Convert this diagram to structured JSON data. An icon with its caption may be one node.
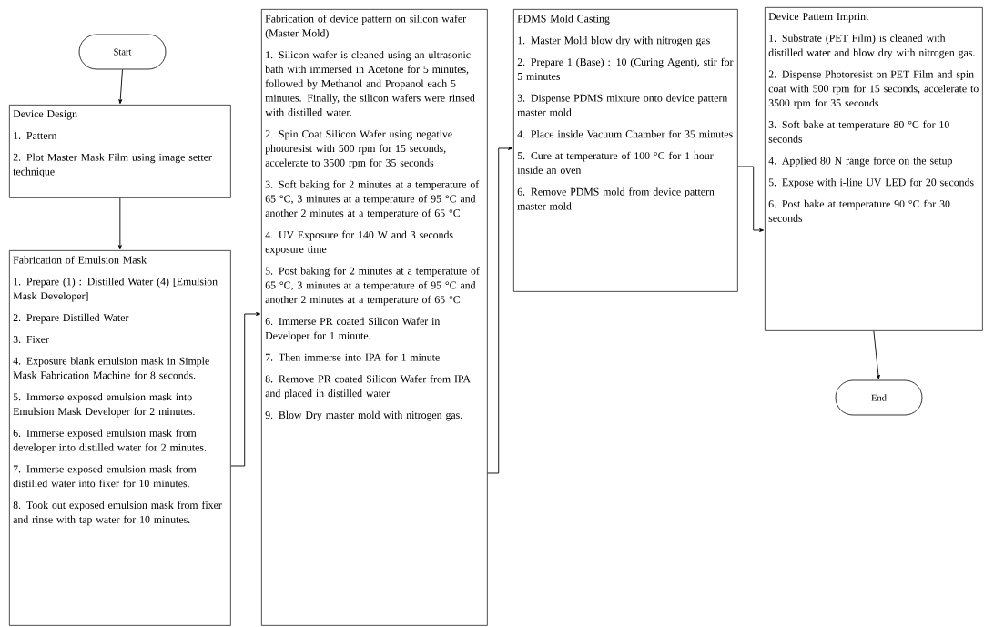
{
  "diagram": {
    "nodes": [
      {
        "text": [
          "Start"
        ]
      },
      {
        "text": [
          "Device Design",
          "1. Pattern",
          "2. Plot Master Mask Film using image setter technique"
        ]
      },
      {
        "text": [
          "Fabrication of Emulsion Mask",
          "1. Prepare (1) : Distilled Water (4) [Emulsion Mask Developer]",
          "2. Prepare Distilled Water",
          "3. Fixer",
          "4. Exposure blank emulsion mask in Simple Mask Fabrication Machine for 8 seconds.",
          "5. Immerse exposed emulsion mask into Emulsion Mask Developer for 2 minutes.",
          "6. Immerse exposed emulsion mask from developer into distilled water for 2 minutes.",
          "7. Immerse exposed emulsion mask from distilled water into fixer for 10 minutes.",
          "8. Took out exposed emulsion mask from fixer and rinse with tap water for 10 minutes."
        ]
      },
      {
        "text": [
          "Fabrication of device pattern on silicon wafer (Master Mold)",
          "1. Silicon wafer is cleaned using an ultrasonic bath with immersed in Acetone for 5 minutes, followed by Methanol and Propanol each 5 minutes. Finally, the silicon wafers were rinsed with distilled water.",
          "2. Spin Coat Silicon Wafer using negative photoresist with 500 rpm for 15 seconds, accelerate to 3500 rpm for 35 seconds",
          "3. Soft baking for 2 minutes at a temperature of 65 °C, 3 minutes at a temperature of 95 °C and another 2 minutes at a temperature of 65 °C",
          "4. UV Exposure for 140 W and 3 seconds exposure time",
          "5. Post baking for 2 minutes at a temperature of 65 °C, 3 minutes at a temperature of 95 °C and another 2 minutes at a temperature of 65 °C",
          "6. Immerse PR coated Silicon Wafer in Developer for 1 minute.",
          "7. Then immerse into IPA for 1 minute",
          "8. Remove PR coated Silicon Wafer from IPA and placed in distilled water",
          "9. Blow Dry master mold with nitrogen gas."
        ]
      },
      {
        "text": [
          "PDMS Mold Casting",
          "1. Master Mold blow dry with nitrogen gas",
          "2. Prepare 1 (Base) : 10 (Curing Agent), stir for 5 minutes",
          "3. Dispense PDMS mixture onto device pattern master mold",
          "4. Place inside Vacuum Chamber for 35 minutes",
          "5. Cure at temperature of 100 °C for 1 hour inside an oven",
          "6. Remove PDMS mold from device pattern master mold"
        ]
      },
      {
        "text": [
          "Device Pattern Imprint",
          "1. Substrate (PET Film) is cleaned with distilled water and blow dry with nitrogen gas.",
          "2. Dispense Photoresist on PET Film and spin coat with 500 rpm for 15 seconds, accelerate to 3500 rpm for 35 seconds",
          "3. Soft bake at temperature 80 °C for 10 seconds",
          "4. Applied 80 N range force on the setup",
          "5. Expose with i-line UV LED for 20 seconds",
          "6. Post bake at temperature 90 °C for 30 seconds"
        ]
      },
      {
        "text": [
          "End"
        ]
      }
    ],
    "edges": [
      {
        "from": 0,
        "to": 1,
        "arrow": "to"
      },
      {
        "from": 1,
        "to": 2,
        "arrow": "to"
      },
      {
        "from": 2,
        "to": 3,
        "arrow": "to"
      },
      {
        "from": 3,
        "to": 4,
        "arrow": "to"
      },
      {
        "from": 4,
        "to": 5,
        "arrow": "to"
      },
      {
        "from": 5,
        "to": 6,
        "arrow": "to"
      }
    ]
  }
}
